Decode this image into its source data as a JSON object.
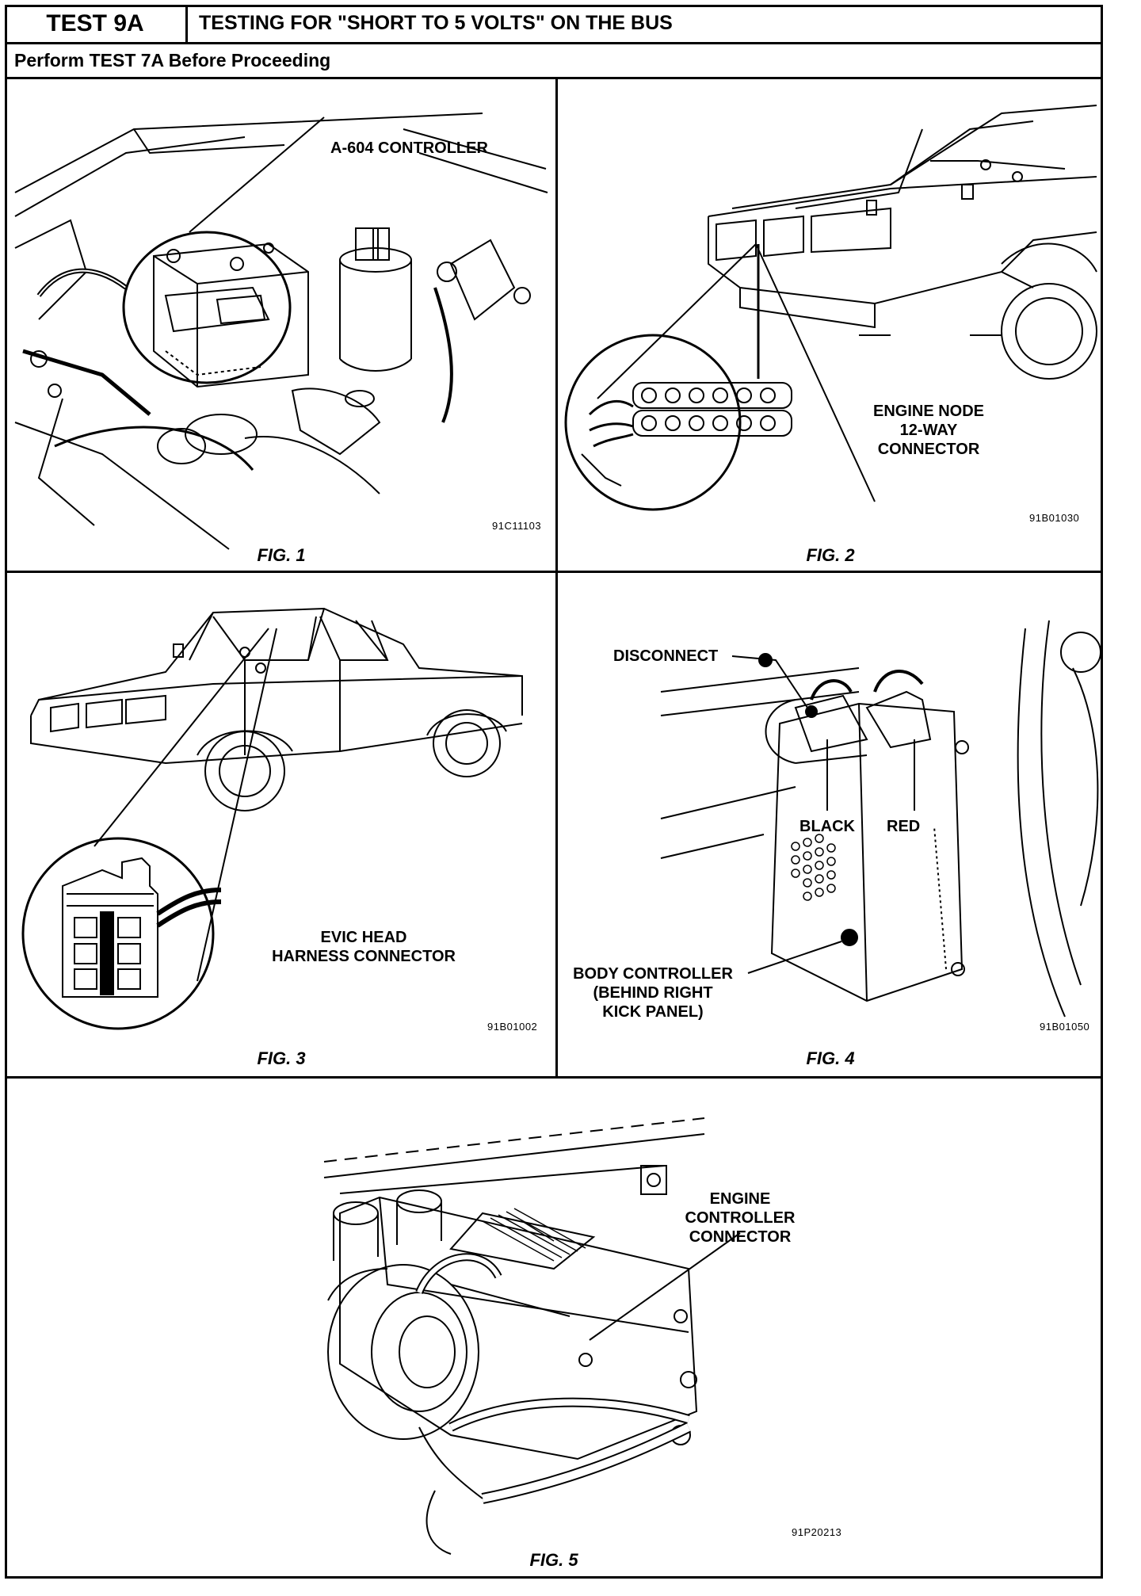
{
  "header": {
    "test_id": "TEST 9A",
    "title": "TESTING FOR \"SHORT TO 5 VOLTS\" ON THE BUS",
    "subtitle": "Perform TEST 7A Before Proceeding"
  },
  "figures": [
    {
      "caption": "FIG. 1",
      "code": "91C11103",
      "labels": [
        "A-604 CONTROLLER"
      ]
    },
    {
      "caption": "FIG. 2",
      "code": "91B01030",
      "labels": [
        "ENGINE NODE",
        "12-WAY",
        "CONNECTOR"
      ]
    },
    {
      "caption": "FIG. 3",
      "code": "91B01002",
      "labels": [
        "EVIC HEAD",
        "HARNESS CONNECTOR"
      ]
    },
    {
      "caption": "FIG. 4",
      "code": "91B01050",
      "labels": [
        "DISCONNECT",
        "BLACK",
        "RED",
        "BODY CONTROLLER",
        "(BEHIND RIGHT",
        "KICK PANEL)"
      ]
    },
    {
      "caption": "FIG. 5",
      "code": "91P20213",
      "labels": [
        "ENGINE",
        "CONTROLLER",
        "CONNECTOR"
      ]
    }
  ]
}
